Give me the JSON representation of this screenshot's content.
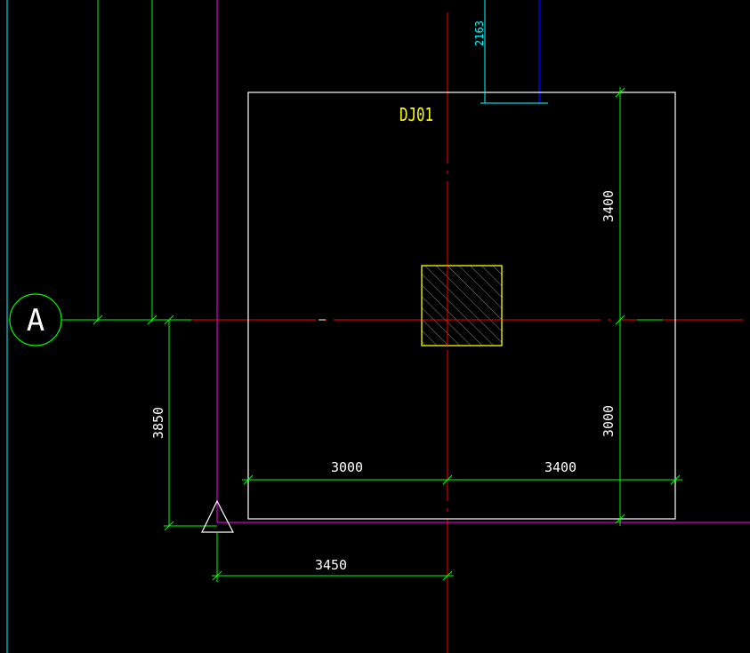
{
  "colors": {
    "background": "#000000",
    "axis": "#ff0000",
    "dimension": "#00ff00",
    "outline": "#ffffff",
    "column": "#ffff00",
    "label": "#ffff00",
    "leader": "#00ffff",
    "magenta": "#ff00ff",
    "blue": "#0000ff"
  },
  "foundation": {
    "label": "DJ01"
  },
  "grid_axis": {
    "label": "A"
  },
  "dimensions": {
    "left_half": "3000",
    "right_half": "3400",
    "top_half": "3400",
    "bottom_half": "3000",
    "vertical_offset": "3850",
    "horizontal_offset": "3450",
    "leader_value": "2163"
  },
  "icons": {
    "axis_bubble": "circle-axis-marker",
    "origin_marker": "triangle-icon",
    "column_hatch": "hatch-pattern"
  }
}
